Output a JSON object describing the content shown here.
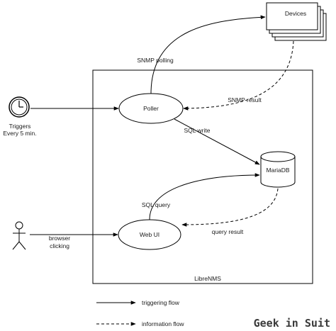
{
  "nodes": {
    "devices": "Devices",
    "poller": "Poller",
    "mariadb": "MariaDB",
    "webui": "Web UI",
    "container": "LibreNMS",
    "trigger_line1": "Triggers",
    "trigger_line2": "Every 5 min.",
    "browser_line1": "browser",
    "browser_line2": "clicking"
  },
  "edges": {
    "snmp_polling": "SNMP polling",
    "snmp_result": "SNMP result",
    "sql_write": "SQL write",
    "sql_query": "SQL query",
    "query_result": "query result"
  },
  "legend": {
    "triggering": "triggering flow",
    "information": "information flow"
  },
  "watermark": "Geek in Suit",
  "colors": {
    "stroke": "#000000",
    "background": "#ffffff"
  }
}
